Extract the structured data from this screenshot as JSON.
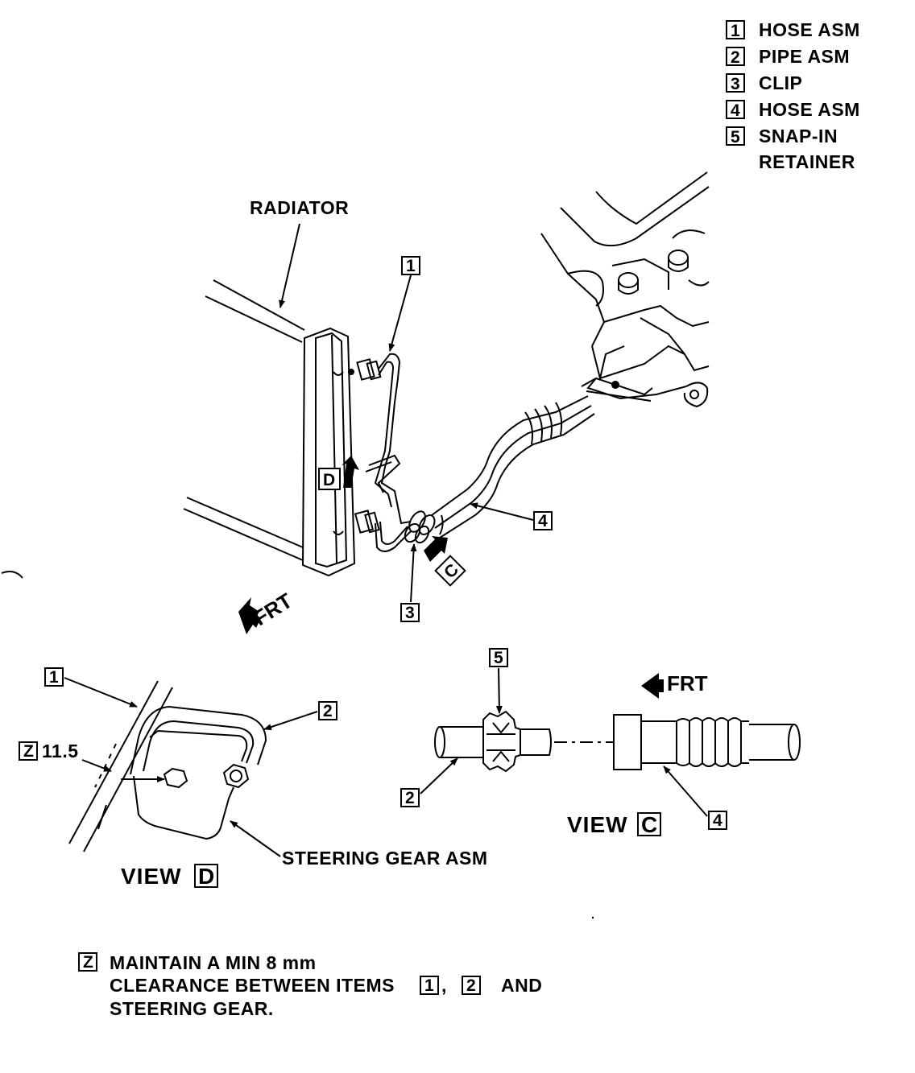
{
  "legend": [
    {
      "num": "1",
      "text": "HOSE ASM"
    },
    {
      "num": "2",
      "text": "PIPE ASM"
    },
    {
      "num": "3",
      "text": "CLIP"
    },
    {
      "num": "4",
      "text": "HOSE ASM"
    },
    {
      "num": "5",
      "text": "SNAP-IN"
    }
  ],
  "legend_cont": "RETAINER",
  "labels": {
    "radiator": "RADIATOR",
    "frt": "FRT",
    "view_d_word": "VIEW",
    "view_d_letter": "D",
    "view_c_word": "VIEW",
    "view_c_letter": "C",
    "steering_gear": "STEERING GEAR ASM",
    "z_value": "11.5",
    "z_letter": "Z",
    "d_letter": "D",
    "c_letter": "C"
  },
  "callouts": {
    "c1": "1",
    "c3": "3",
    "c4": "4",
    "vd1": "1",
    "vd2": "2",
    "vc5": "5",
    "vc2": "2",
    "vc4": "4"
  },
  "note": {
    "letter": "Z",
    "line1": "MAINTAIN A MIN 8 mm",
    "line2a": "CLEARANCE BETWEEN ITEMS",
    "item1": "1",
    "sep": ",",
    "item2": "2",
    "line2b": "AND",
    "line3": "STEERING GEAR."
  }
}
